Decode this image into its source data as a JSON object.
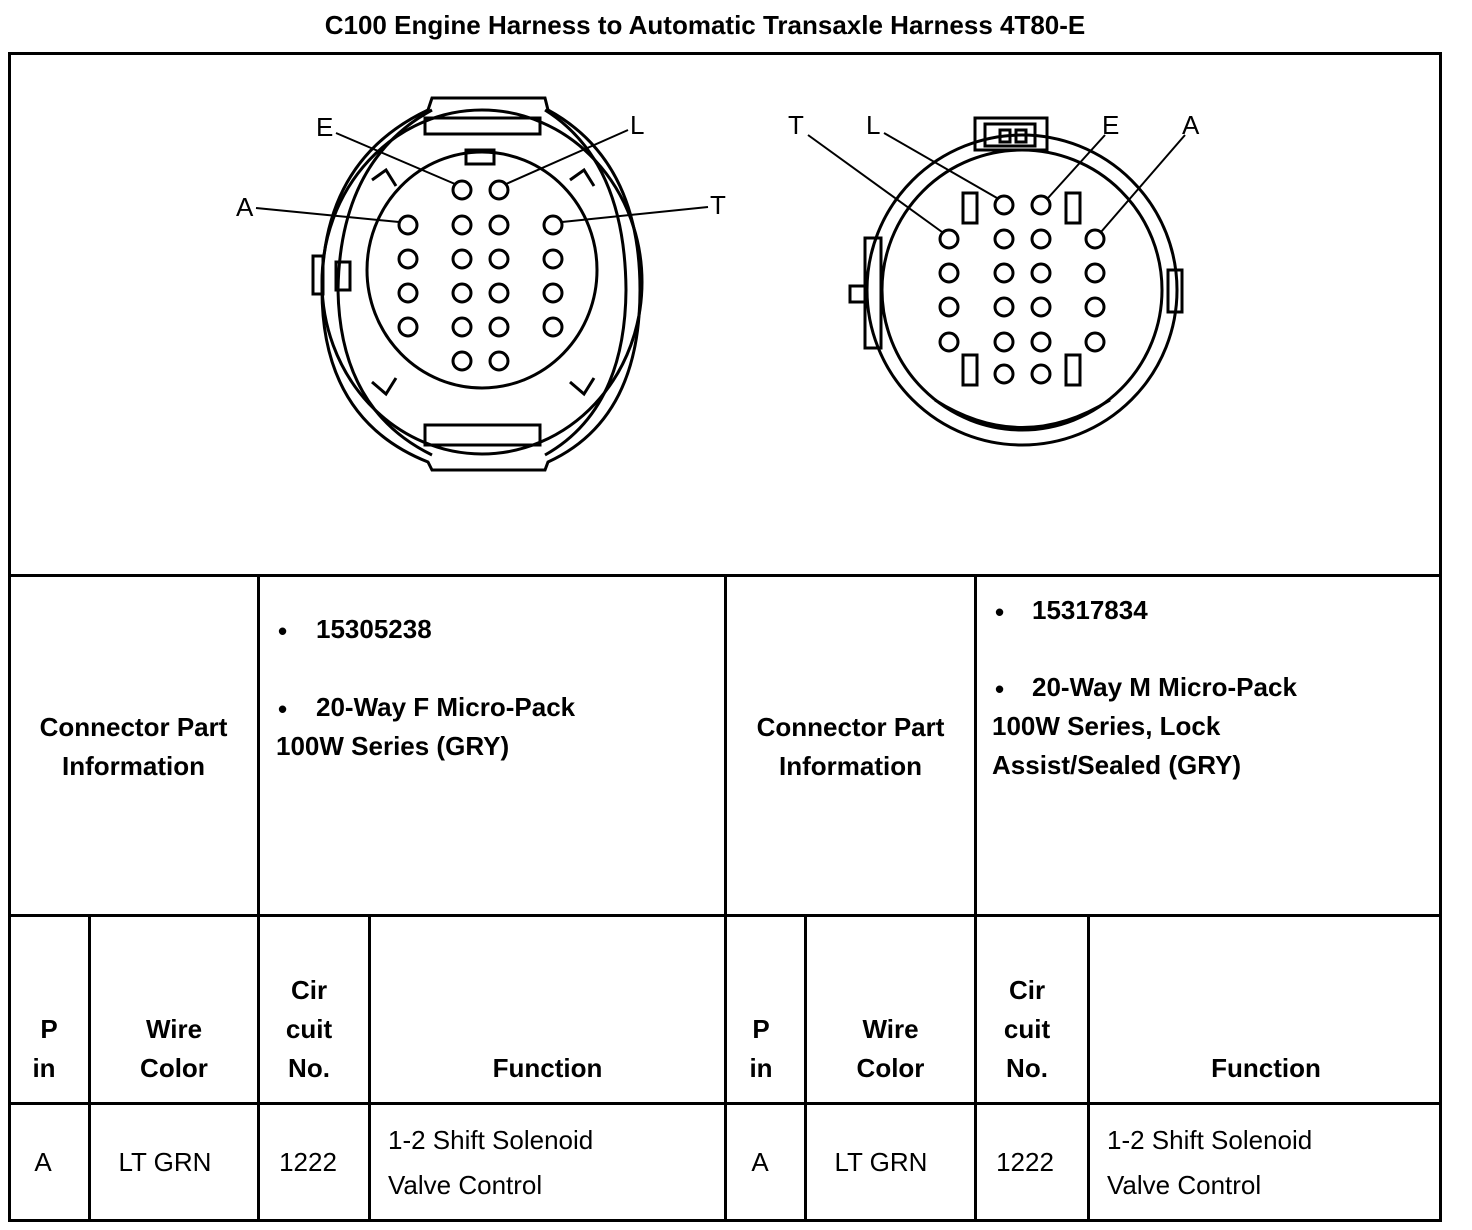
{
  "title": "C100 Engine Harness to Automatic Transaxle Harness 4T80-E",
  "left_connector": {
    "labels": {
      "E": "E",
      "L": "L",
      "A": "A",
      "T": "T"
    },
    "info_label": "Connector Part Information",
    "part_number": "15305238",
    "description_line1": "20-Way F Micro-Pack",
    "description_line2": "100W Series (GRY)"
  },
  "right_connector": {
    "labels": {
      "T": "T",
      "L": "L",
      "E": "E",
      "A": "A"
    },
    "info_label": "Connector Part Information",
    "part_number": "15317834",
    "description_line1": "20-Way M Micro-Pack",
    "description_line2": "100W Series, Lock",
    "description_line3": "Assist/Sealed (GRY)"
  },
  "table": {
    "headers": {
      "pin_1": "P",
      "pin_2": "in",
      "wire_1": "Wire",
      "wire_2": "Color",
      "circuit_1": "Cir",
      "circuit_2": "cuit",
      "circuit_3": "No.",
      "function": "Function"
    },
    "left_row": {
      "pin": "A",
      "wire": "LT GRN",
      "circuit": "1222",
      "function_1": "1-2 Shift Solenoid",
      "function_2": "Valve Control"
    },
    "right_row": {
      "pin": "A",
      "wire": "LT GRN",
      "circuit": "1222",
      "function_1": "1-2 Shift Solenoid",
      "function_2": "Valve Control"
    }
  },
  "bullet": "•"
}
